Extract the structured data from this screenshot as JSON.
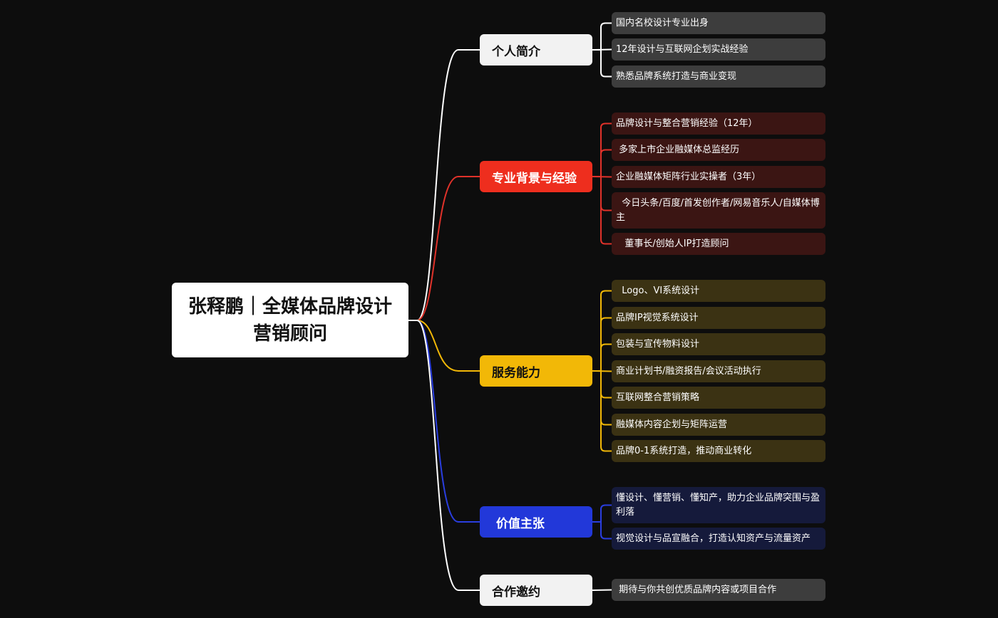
{
  "root": {
    "title": "张释鹏｜全媒体品牌设计营销顾问"
  },
  "branches": [
    {
      "label": "个人简介",
      "color": "#f2f2f2",
      "text_color": "#111111",
      "line_color": "#ffffff",
      "leaf_bg": "#3d3d3d",
      "leaves": [
        "国内名校设计专业出身",
        "12年设计与互联网企划实战经验",
        "熟悉品牌系统打造与商业变现"
      ]
    },
    {
      "label": "专业背景与经验",
      "color": "#ee2e1e",
      "text_color": "#ffffff",
      "line_color": "#e0322a",
      "leaf_bg": "#3b1513",
      "leaves": [
        "品牌设计与整合营销经验（12年）",
        " 多家上市企业融媒体总监经历",
        "企业融媒体矩阵行业实操者（3年）",
        "  今日头条/百度/首发创作者/网易音乐人/自媒体博主",
        "   董事长/创始人IP打造顾问"
      ]
    },
    {
      "label": "服务能力",
      "color": "#f2b807",
      "text_color": "#111111",
      "line_color": "#f2b807",
      "leaf_bg": "#3b3213",
      "leaves": [
        "  Logo、VI系统设计",
        "品牌IP视觉系统设计",
        "包装与宣传物料设计",
        "商业计划书/融资报告/会议活动执行",
        "互联网整合营销策略",
        "融媒体内容企划与矩阵运营",
        "品牌0-1系统打造，推动商业转化"
      ]
    },
    {
      "label": " 价值主张",
      "color": "#2238d9",
      "text_color": "#ffffff",
      "line_color": "#2a3ee0",
      "leaf_bg": "#151a3b",
      "leaves": [
        "懂设计、懂营销、懂知产，助力企业品牌突围与盈利落",
        "视觉设计与品宣融合，打造认知资产与流量资产"
      ]
    },
    {
      "label": "合作邀约",
      "color": "#f2f2f2",
      "text_color": "#111111",
      "line_color": "#ffffff",
      "leaf_bg": "#3d3d3d",
      "leaves": [
        " 期待与你共创优质品牌内容或项目合作"
      ]
    }
  ]
}
